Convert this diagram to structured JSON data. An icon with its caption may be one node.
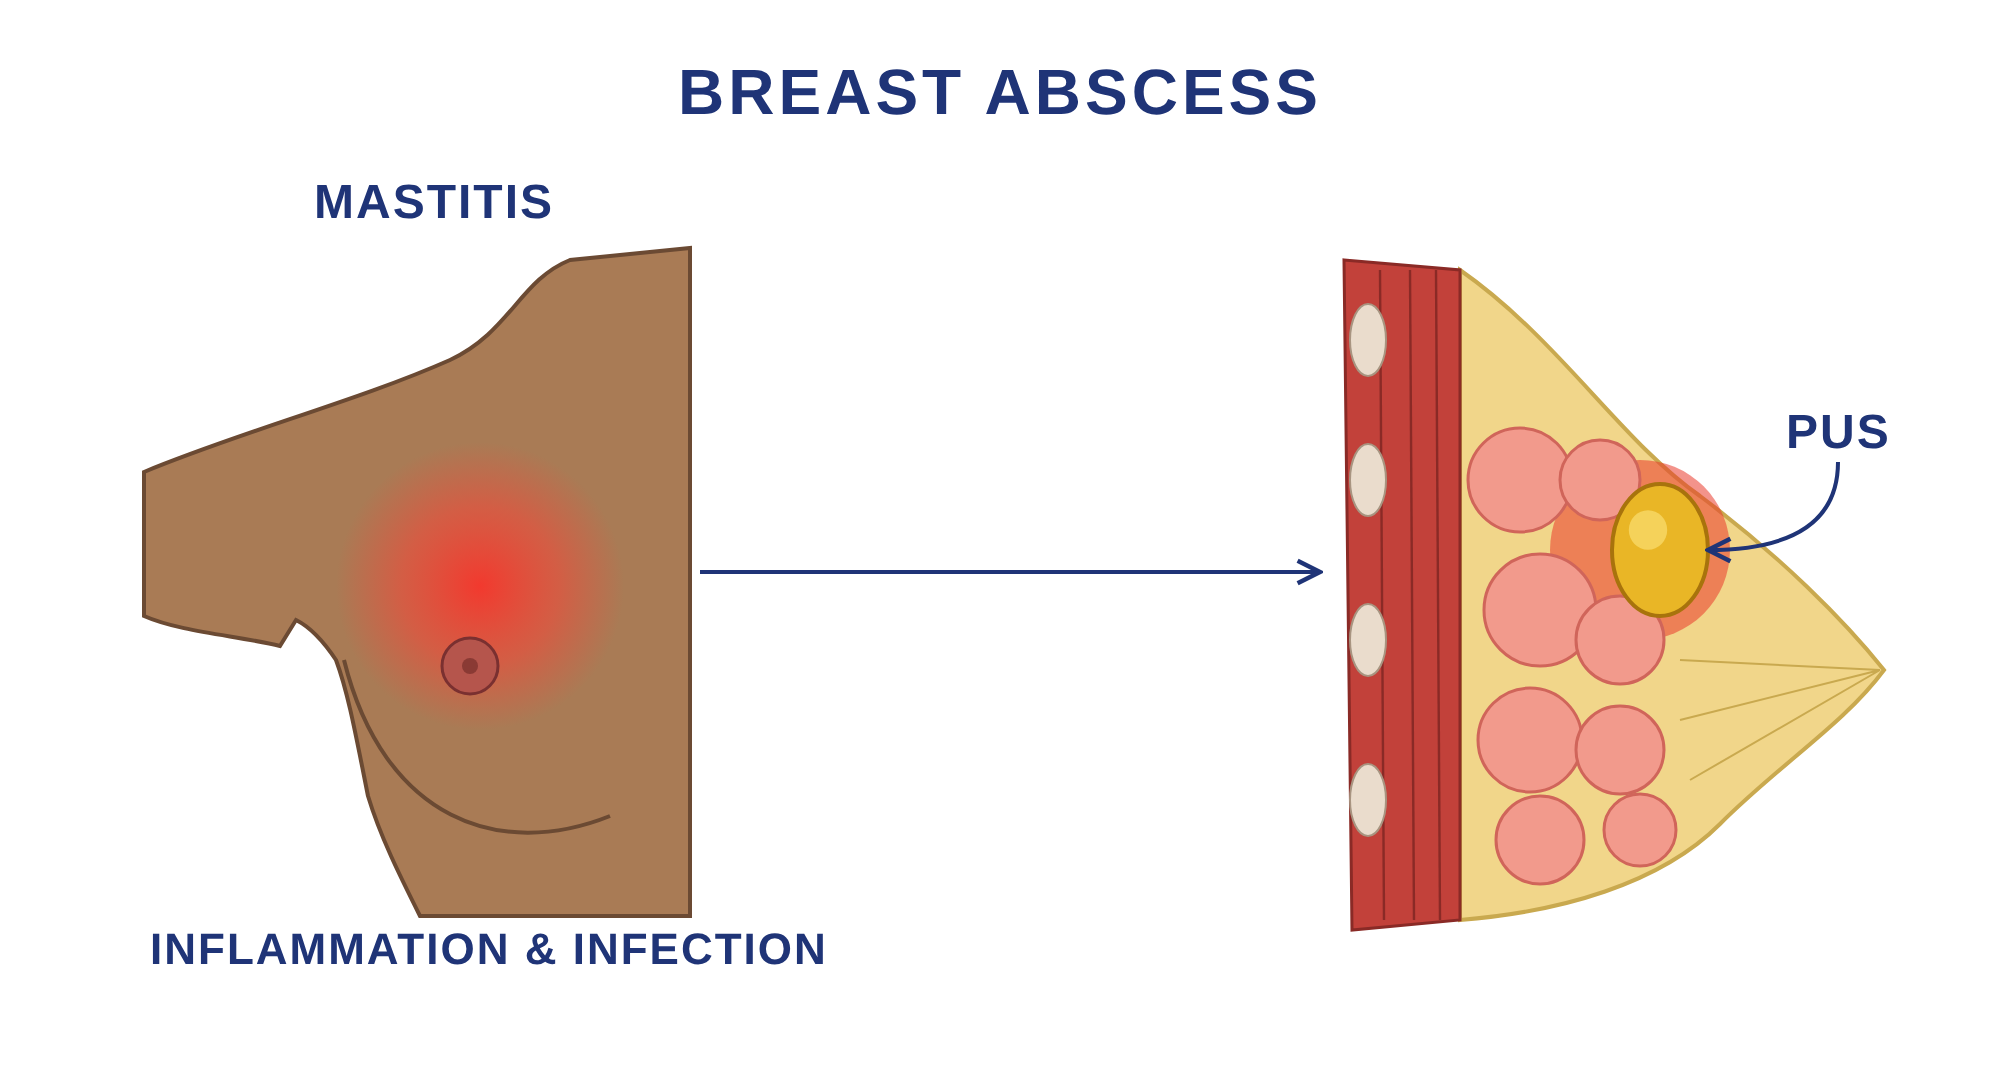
{
  "diagram": {
    "title": "BREAST ABSCESS",
    "nodes": [
      {
        "text": [],
        "shape": "picture",
        "beside": [
          "MASTITIS",
          "INFLAMMATION & INFECTION"
        ]
      },
      {
        "text": [],
        "shape": "picture"
      },
      {
        "text": [
          "PUS"
        ]
      },
      {
        "text": [],
        "shape": "circle",
        "in": 1
      }
    ],
    "edges": [
      {
        "from": 0,
        "to": 1,
        "arrow": "to"
      },
      {
        "from": 2,
        "to": 3,
        "arrow": "to"
      }
    ]
  }
}
